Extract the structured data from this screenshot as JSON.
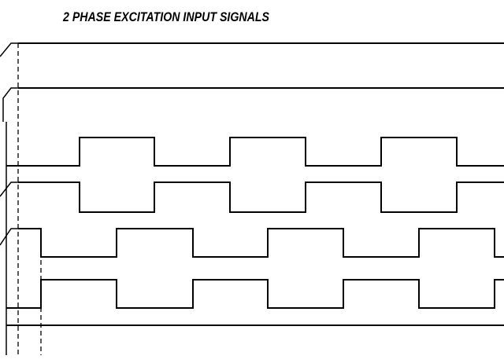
{
  "diagram": {
    "title": "2 PHASE EXCITATION INPUT SIGNALS",
    "waveforms": [
      {
        "pattern": "high"
      },
      {
        "pattern": "high"
      },
      {
        "pattern": "pulse"
      },
      {
        "pattern": "pulse-inverted"
      },
      {
        "pattern": "pulse-shifted-inverted"
      },
      {
        "pattern": "pulse-shifted"
      },
      {
        "pattern": "low"
      }
    ]
  }
}
